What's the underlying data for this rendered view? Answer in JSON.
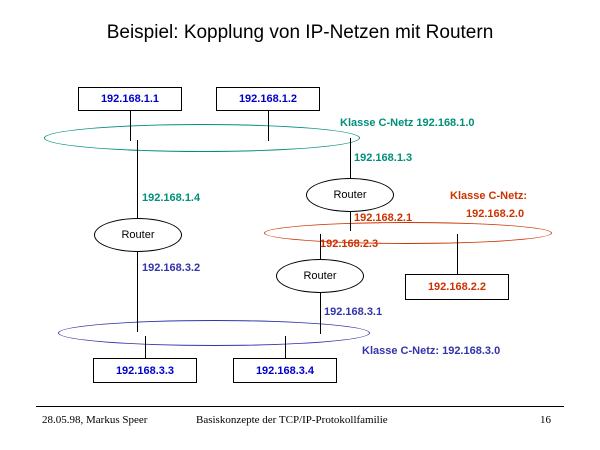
{
  "slide": {
    "title": "Beispiel: Kopplung von IP-Netzen mit Routern"
  },
  "hosts": [
    {
      "name": "host-192-168-1-1",
      "label": "192.168.1.1"
    },
    {
      "name": "host-192-168-1-2",
      "label": "192.168.1.2"
    },
    {
      "name": "host-192-168-2-2",
      "label": "192.168.2.2"
    },
    {
      "name": "host-192-168-3-3",
      "label": "192.168.3.3"
    },
    {
      "name": "host-192-168-3-4",
      "label": "192.168.3.4"
    }
  ],
  "routers": [
    {
      "name": "router-top",
      "label": "Router"
    },
    {
      "name": "router-left",
      "label": "Router"
    },
    {
      "name": "router-bottom",
      "label": "Router"
    }
  ],
  "networks": [
    {
      "name": "network-label-c-1",
      "label": "Klasse C-Netz 192.168.1.0"
    },
    {
      "name": "network-label-c-2-line1",
      "label": "Klasse C-Netz:"
    },
    {
      "name": "network-label-c-2-line2",
      "label": "192.168.2.0"
    },
    {
      "name": "network-label-c-3",
      "label": "Klasse C-Netz: 192.168.3.0"
    }
  ],
  "interfaces": [
    {
      "name": "ip-192-168-1-3",
      "label": "192.168.1.3"
    },
    {
      "name": "ip-192-168-1-4",
      "label": "192.168.1.4"
    },
    {
      "name": "ip-192-168-2-1",
      "label": "192.168.2.1"
    },
    {
      "name": "ip-192-168-2-3",
      "label": "192.168.2.3"
    },
    {
      "name": "ip-192-168-3-1",
      "label": "192.168.3.1"
    },
    {
      "name": "ip-192-168-3-2",
      "label": "192.168.3.2"
    }
  ],
  "footer": {
    "date_author": "28.05.98, Markus Speer",
    "center": "Basiskonzepte der TCP/IP-Protokollfamilie",
    "page": "16"
  },
  "colors": {
    "net_1": "#008f7a",
    "net_2": "#cc3300",
    "net_3": "#3333aa",
    "host_text_blue": "#0000cc"
  }
}
